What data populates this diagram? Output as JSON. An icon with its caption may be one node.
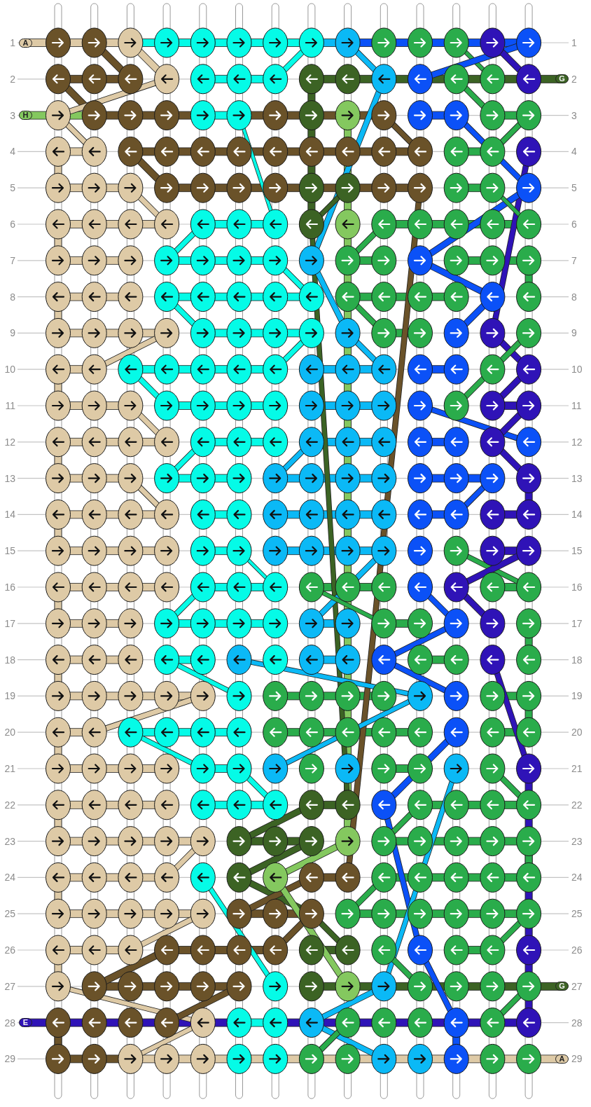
{
  "diagram": {
    "labels": [
      "1",
      "A",
      "1",
      "2",
      "G",
      "2",
      "3",
      "H",
      "3",
      "4",
      "4",
      "5",
      "5",
      "6",
      "6",
      "7",
      "7",
      "8",
      "8",
      "9",
      "9",
      "10",
      "10",
      "11",
      "11",
      "12",
      "12",
      "13",
      "13",
      "14",
      "14",
      "15",
      "15",
      "16",
      "16",
      "17",
      "17",
      "18",
      "18",
      "19",
      "19",
      "20",
      "20",
      "21",
      "21",
      "22",
      "22",
      "23",
      "23",
      "24",
      "24",
      "25",
      "25",
      "26",
      "26",
      "27",
      "G",
      "27",
      "28",
      "E",
      "28",
      "29",
      "A",
      "29"
    ]
  }
}
